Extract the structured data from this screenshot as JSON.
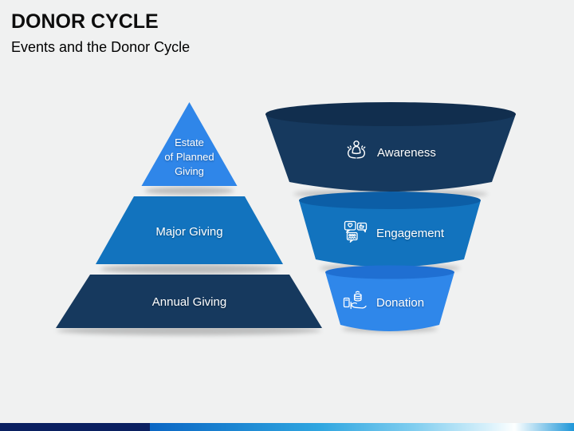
{
  "slide": {
    "title": "DONOR CYCLE",
    "subtitle": "Events and the Donor Cycle"
  },
  "colors": {
    "background": "#F0F1F1"
  },
  "pyramid": {
    "levels": [
      {
        "name": "estate-of-planned-giving",
        "label_lines": [
          "Estate",
          "of Planned",
          "Giving"
        ],
        "color": "#2F86E9"
      },
      {
        "name": "major-giving",
        "label": "Major Giving",
        "color": "#1273BE"
      },
      {
        "name": "annual-giving",
        "label": "Annual Giving",
        "color": "#16395E"
      }
    ]
  },
  "funnel": {
    "stages": [
      {
        "name": "awareness",
        "label": "Awareness",
        "icon": "hands-holding-person-icon",
        "body_color": "#16395E",
        "rim_color": "#112E4E"
      },
      {
        "name": "engagement",
        "label": "Engagement",
        "icon": "social-reaction-bubbles-icon",
        "body_color": "#1273BE",
        "rim_color": "#0C5EA6"
      },
      {
        "name": "donation",
        "label": "Donation",
        "icon": "hand-giving-coins-icon",
        "body_color": "#2F87EA",
        "rim_color": "#1F6FD2"
      }
    ]
  },
  "footer_bar": {
    "left_color": "#0A2061",
    "gradient": [
      "#0A66C4",
      "#2FA6E0",
      "#7FCDEF",
      "#D9F1FB",
      "#FDFFFF",
      "#1E96D8"
    ]
  }
}
